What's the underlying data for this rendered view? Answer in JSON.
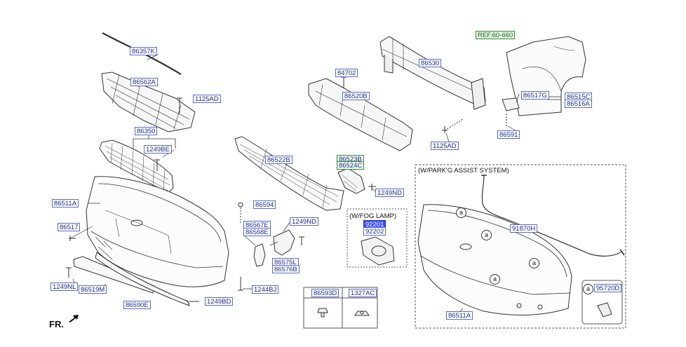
{
  "parts": {
    "p86357K": "86357K",
    "p86562A": "86562A",
    "p1125AD_a": "1125AD",
    "p86350": "86350",
    "p1249BE": "1249BE",
    "p86511A_a": "86511A",
    "p86517": "86517",
    "p1249NL": "1249NL",
    "p86519M": "86519M",
    "p86590E": "86590E",
    "p1249BD": "1249BD",
    "p86522B": "86522B",
    "p86594": "86594",
    "p86567E": "86567E",
    "p86568E": "86568E",
    "p1249ND_a": "1249ND",
    "p86575L": "86575L",
    "p86576B": "86576B",
    "p1244BJ": "1244BJ",
    "p84702": "84702",
    "p86520B": "86520B",
    "p86530": "86530",
    "p1125AD_b": "1125AD",
    "p86523B": "86523B",
    "p86524C": "86524C",
    "p1249ND_b": "1249ND",
    "p92201": "92201",
    "p92202": "92202",
    "pREF": "REF.60-660",
    "p86517G": "86517G",
    "p86515C": "86515C",
    "p86516A": "86516A",
    "p86591": "86591",
    "p91870H": "91870H",
    "p86511A_b": "86511A",
    "p95720D": "95720D",
    "p86593D": "86593D",
    "p1327AC": "1327AC"
  },
  "notes": {
    "fog_lamp": "(W/FOG LAMP)",
    "park_assist": "(W/PARK'G ASSIST SYSTEM)",
    "front": "FR.",
    "circle_a": "a"
  }
}
